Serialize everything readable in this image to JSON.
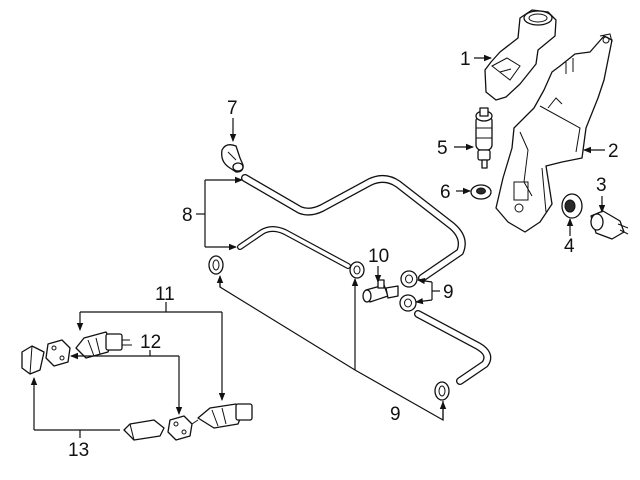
{
  "callouts": {
    "c1": "1",
    "c2": "2",
    "c3": "3",
    "c4": "4",
    "c5": "5",
    "c6": "6",
    "c7": "7",
    "c8": "8",
    "c9_upper": "9",
    "c9_lower": "9",
    "c10": "10",
    "c11": "11",
    "c12": "12",
    "c13": "13"
  },
  "colors": {
    "line": "#111111",
    "background": "#ffffff"
  }
}
